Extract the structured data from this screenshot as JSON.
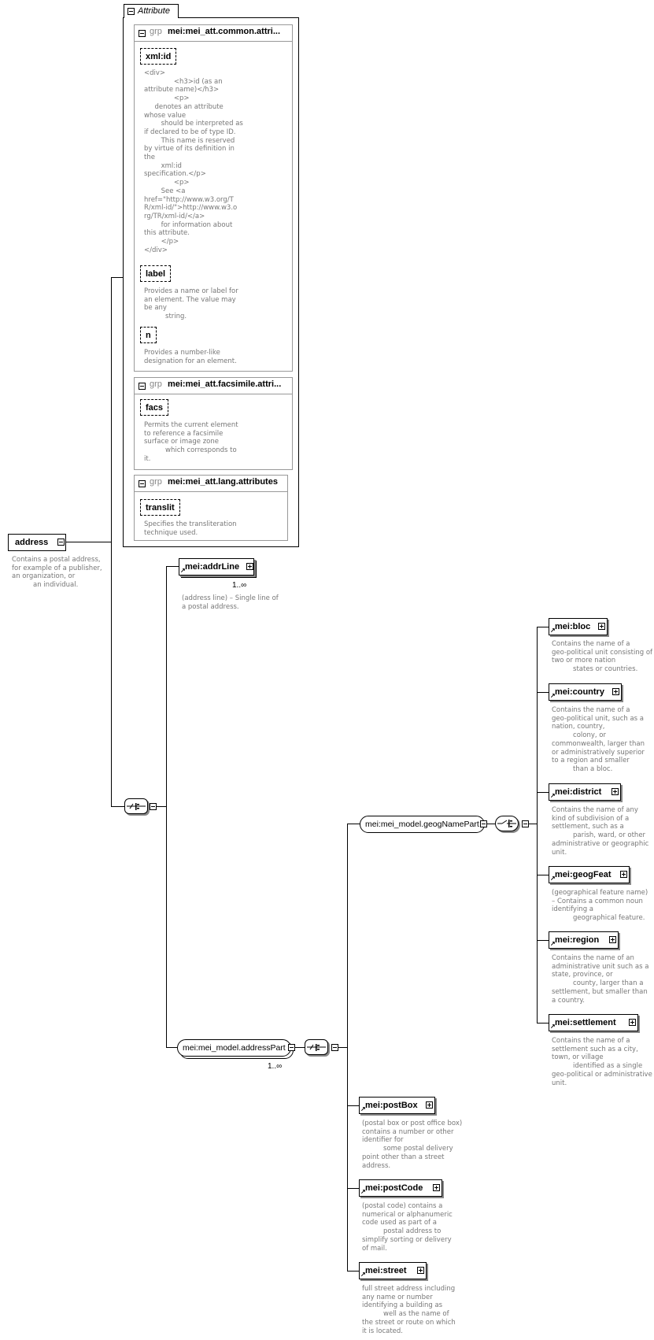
{
  "attribute_panel": {
    "tab_label": "Attribute",
    "groups": [
      {
        "kind": "grp",
        "name": "mei:mei_att.common.attri...",
        "attributes": [
          {
            "name": "xml:id",
            "description": "<div>\n              <h3>id (as an\nattribute name)</h3>\n              <p>\n     denotes an attribute\nwhose value\n        should be interpreted as\nif declared to be of type ID.\n        This name is reserved\nby virtue of its definition in\nthe\n        xml:id\nspecification.</p>\n              <p>\n        See <a\nhref=\"http://www.w3.org/T\nR/xml-id/\">http://www.w3.o\nrg/TR/xml-id/</a>\n        for information about\nthis attribute.\n        </p>\n</div>"
          },
          {
            "name": "label",
            "description": "Provides a name or label for\nan element. The value may\nbe any\n          string."
          },
          {
            "name": "n",
            "description": "Provides a number-like\ndesignation for an element."
          }
        ]
      },
      {
        "kind": "grp",
        "name": "mei:mei_att.facsimile.attri...",
        "attributes": [
          {
            "name": "facs",
            "description": "Permits the current element\nto reference a facsimile\nsurface or image zone\n          which corresponds to\nit."
          }
        ]
      },
      {
        "kind": "grp",
        "name": "mei:mei_att.lang.attributes",
        "attributes": [
          {
            "name": "translit",
            "description": "Specifies the transliteration\ntechnique used."
          }
        ]
      }
    ]
  },
  "root": {
    "name": "address",
    "description": "Contains a postal address,\nfor example of a publisher,\nan organization, or\n          an individual."
  },
  "addrLine": {
    "name": "mei:addrLine",
    "occurrence": "1..∞",
    "description": "(address line) – Single line of\na postal address."
  },
  "addressPart": {
    "name": "mei:mei_model.addressPart",
    "occurrence": "1..∞"
  },
  "geogNamePart": {
    "name": "mei:mei_model.geogNamePart"
  },
  "geog_elements": [
    {
      "name": "mei:bloc",
      "description": "Contains the name of a\ngeo-political unit consisting of\ntwo or more nation\n          states or countries."
    },
    {
      "name": "mei:country",
      "description": "Contains the name of a\ngeo-political unit, such as a\nnation, country,\n          colony, or\ncommonwealth, larger than\nor administratively superior\nto a region and smaller\n          than a bloc."
    },
    {
      "name": "mei:district",
      "description": "Contains the name of any\nkind of subdivision of a\nsettlement, such as a\n          parish, ward, or other\nadministrative or geographic\nunit."
    },
    {
      "name": "mei:geogFeat",
      "description": "(geographical feature name)\n– Contains a common noun\nidentifying a\n          geographical feature."
    },
    {
      "name": "mei:region",
      "description": "Contains the name of an\nadministrative unit such as a\nstate, province, or\n          county, larger than a\nsettlement, but smaller than\na country."
    },
    {
      "name": "mei:settlement",
      "description": "Contains the name of a\nsettlement such as a city,\ntown, or village\n          identified as a single\ngeo-political or administrative\nunit."
    }
  ],
  "address_elements": [
    {
      "name": "mei:postBox",
      "description": "(postal box or post office box)\ncontains a number or other\nidentifier for\n          some postal delivery\npoint other than a street\naddress."
    },
    {
      "name": "mei:postCode",
      "description": "(postal code) contains a\nnumerical or alphanumeric\ncode used as part of a\n          postal address to\nsimplify sorting or delivery\nof mail."
    },
    {
      "name": "mei:street",
      "description": "full street address including\nany name or number\nidentifying a building as\n          well as the name of\nthe street or route on which\nit is located."
    }
  ]
}
